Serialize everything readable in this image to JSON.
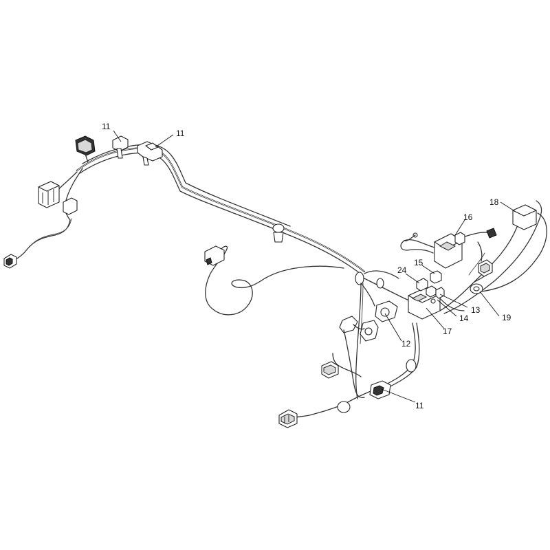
{
  "callouts": {
    "c11a": "11",
    "c11b": "11",
    "c11c": "11",
    "c12": "12",
    "c13": "13",
    "c14": "14",
    "c15": "15",
    "c16": "16",
    "c17": "17",
    "c18": "18",
    "c19": "19",
    "c24": "24"
  }
}
